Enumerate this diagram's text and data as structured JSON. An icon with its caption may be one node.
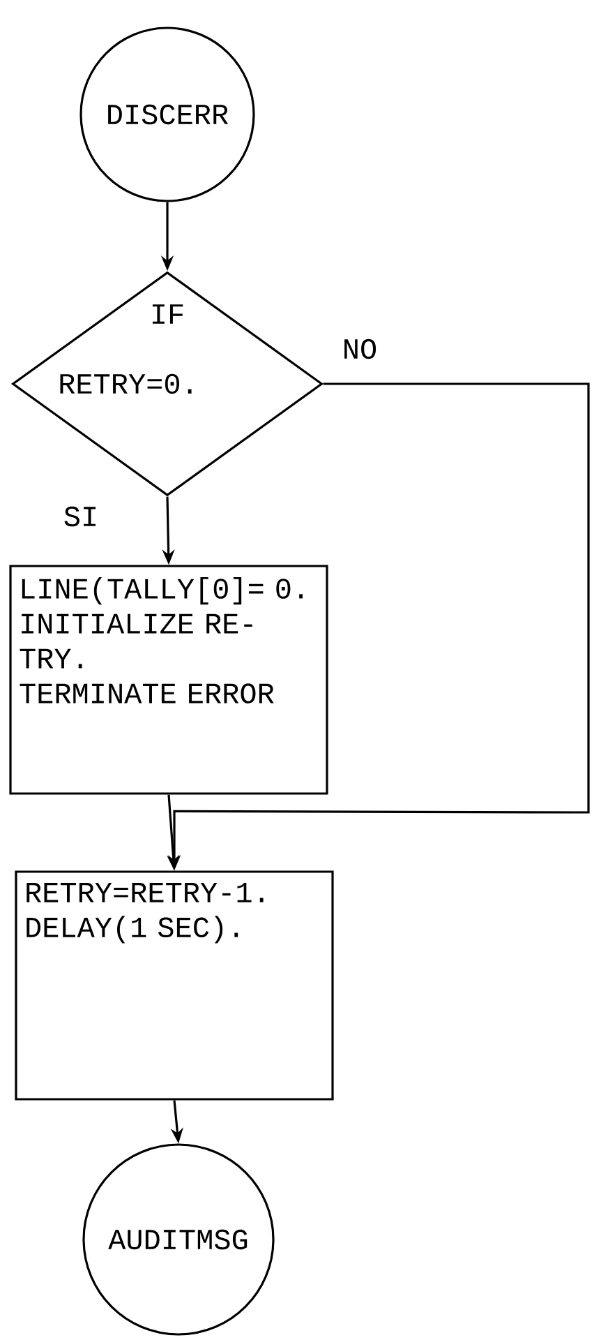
{
  "diagram": {
    "nodes": [
      {
        "text": [
          "DISCERR"
        ]
      },
      {
        "text": [
          "IF",
          "RETRY=0."
        ]
      },
      {
        "text": [
          "LINE(TALLY[0]= 0.",
          "INITIALIZE RE- TRY.",
          "TERMINATE ERROR"
        ]
      },
      {
        "text": [
          "RETRY=RETRY-1.",
          "DELAY(1 SEC)."
        ]
      },
      {
        "text": [
          "AUDITMSG"
        ]
      }
    ],
    "edges": [
      {
        "from": 0,
        "to": 1,
        "arrow": "to"
      },
      {
        "from": 1,
        "to": 2,
        "arrow": "to",
        "label": "SI"
      },
      {
        "from": 1,
        "to": 3,
        "arrow": "to",
        "label": "NO"
      },
      {
        "from": 2,
        "to": 3,
        "arrow": "to"
      },
      {
        "from": 3,
        "to": 4,
        "arrow": "to"
      }
    ]
  }
}
